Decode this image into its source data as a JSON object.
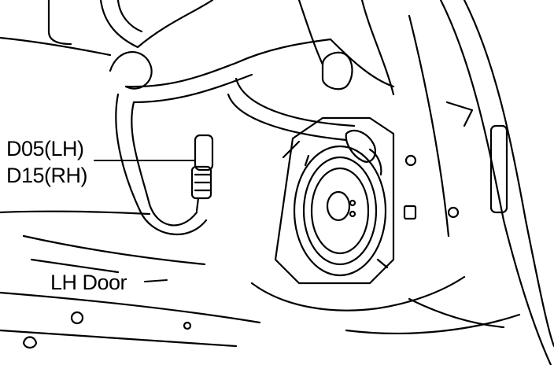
{
  "labels": {
    "connector_lh": "D05(LH)",
    "connector_rh": "D15(RH)",
    "door": "LH Door"
  },
  "colors": {
    "ink": "#000000",
    "paper": "#ffffff"
  }
}
